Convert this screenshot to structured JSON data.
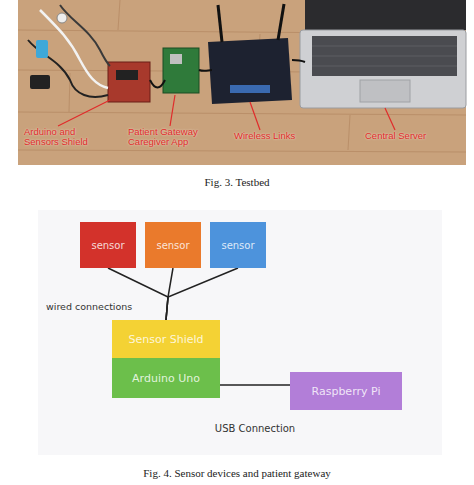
{
  "diagram": {
    "caption": "Fig. 4. Sensor devices and patient gateway",
    "nodes": [
      {
        "text": [
          "sensor"
        ]
      },
      {
        "text": [
          "sensor"
        ]
      },
      {
        "text": [
          "sensor"
        ]
      },
      {
        "text": [
          "Sensor Shield"
        ]
      },
      {
        "text": [
          "Arduino Uno"
        ]
      },
      {
        "text": [
          "Raspberry Pi"
        ]
      }
    ],
    "edges": [
      {
        "from": 0,
        "to": 3,
        "arrow": "none"
      },
      {
        "from": 1,
        "to": 3,
        "arrow": "none"
      },
      {
        "from": 2,
        "to": 3,
        "arrow": "none"
      },
      {
        "from": 4,
        "to": 5,
        "label": "USB Connection",
        "arrow": "none"
      }
    ],
    "labels": [
      "Arduino and Sensors Shield",
      "Patient Gateway Caregiver App",
      "Wireless Links",
      "Central Server",
      "Fig. 3. Testbed",
      "wired connections"
    ]
  }
}
